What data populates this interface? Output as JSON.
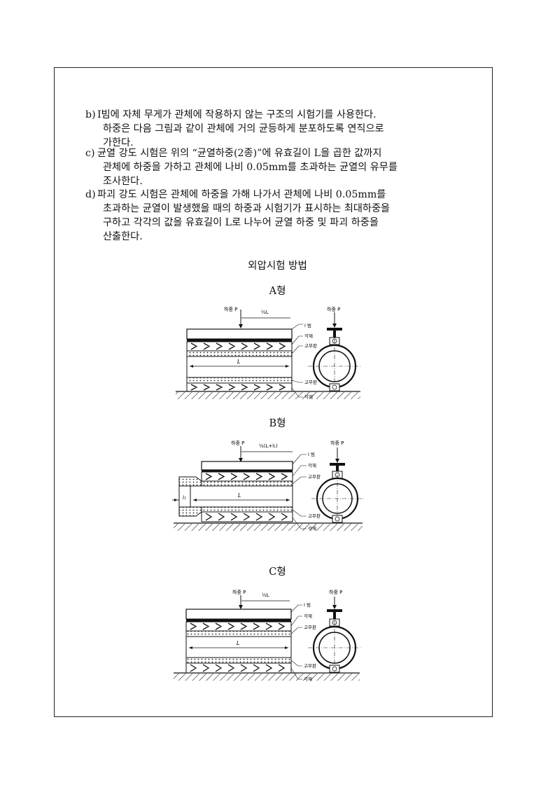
{
  "paragraphs": [
    {
      "marker": "b)",
      "lines": [
        "I빔에 자체 무게가 관체에 작용하지 않는 구조의 시험기를 사용한다.",
        "하중은 다음 그림과 같이 관체에 거의 균등하게 분포하도록 연직으로",
        "가한다."
      ]
    },
    {
      "marker": "c)",
      "lines": [
        "균열 강도 시험은 위의 “균열하중(2종)”에 유효길이 L을 곱한 값까지",
        "관체에 하중을 가하고 관체에 나비 0.05mm를 초과하는 균열의 유무를",
        "조사한다."
      ]
    },
    {
      "marker": "d)",
      "lines": [
        "파괴 강도 시험은 관체에 하중을 가해 나가서 관체에 나비 0.05mm를",
        "초과하는 균열이 발생했을 때의 하중과 시험기가 표시하는 최대하중을",
        "구하고 각각의 값을 유효길이 L로 나누어 균열 하중 및 파괴 하중을",
        "산출한다."
      ]
    }
  ],
  "section_title": "외압시험 방법",
  "figures": [
    {
      "caption": "A형",
      "load_label": "하중 P",
      "load_label_right": "하중 P",
      "half_label": "½L",
      "length_label": "L",
      "labels": {
        "beam": "I 빔",
        "block": "각재",
        "rubber_top": "고무판",
        "rubber_bottom": "고무판",
        "block_bottom": "각재"
      }
    },
    {
      "caption": "B형",
      "load_label": "하중 P",
      "load_label_right": "하중 P",
      "half_label": "½(L+l₁)",
      "length_label": "L",
      "l1_label": "l₁",
      "labels": {
        "beam": "I 빔",
        "block": "각재",
        "rubber_top": "고무판",
        "rubber_bottom": "고무판",
        "block_bottom": "각재"
      }
    },
    {
      "caption": "C형",
      "load_label": "하중 P",
      "load_label_right": "하중 P",
      "half_label": "½L",
      "length_label": "L",
      "labels": {
        "beam": "I 빔",
        "block": "각재",
        "rubber_top": "고무판",
        "rubber_bottom": "고무판",
        "block_bottom": "각재"
      }
    }
  ]
}
